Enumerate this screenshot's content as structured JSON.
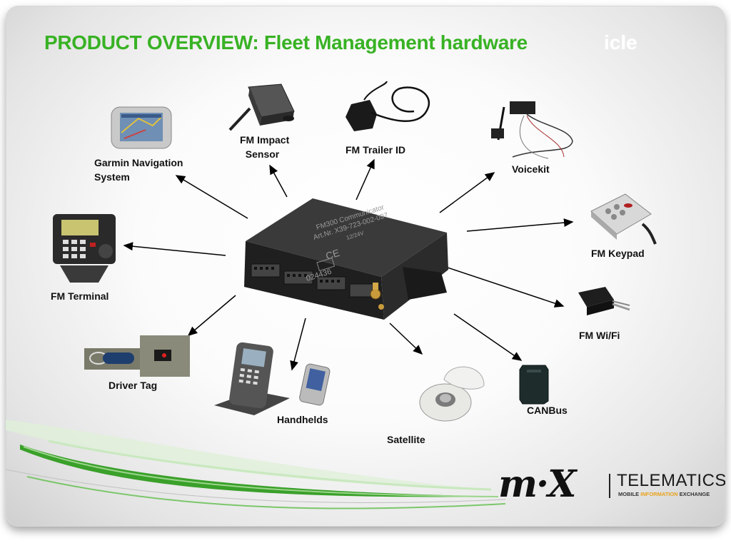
{
  "slide": {
    "title": "PRODUCT OVERVIEW: Fleet Management hardware",
    "title_ghost": "icle",
    "colors": {
      "title": "#38b224",
      "label": "#111111",
      "swoosh": "#3aa02a"
    }
  },
  "center_device": {
    "line1": "FM300 Communicator",
    "line2": "Art.Nr. X39-723-002-097",
    "line3": "12/24V",
    "ce": "CE",
    "serial": "024436"
  },
  "devices": [
    {
      "id": "garmin",
      "label": "Garmin Navigation\nSystem",
      "icon": "gps-navigator-icon"
    },
    {
      "id": "impact",
      "label": "FM Impact\n  Sensor",
      "icon": "impact-sensor-icon"
    },
    {
      "id": "trailer",
      "label": "FM Trailer ID",
      "icon": "trailer-id-icon"
    },
    {
      "id": "voicekit",
      "label": "Voicekit",
      "icon": "voicekit-icon"
    },
    {
      "id": "keypad",
      "label": "FM Keypad",
      "icon": "keypad-icon"
    },
    {
      "id": "terminal",
      "label": "FM Terminal",
      "icon": "terminal-icon"
    },
    {
      "id": "wifi",
      "label": "FM Wi/Fi",
      "icon": "wifi-module-icon"
    },
    {
      "id": "drivertag",
      "label": "Driver Tag",
      "icon": "driver-tag-icon"
    },
    {
      "id": "handhelds",
      "label": "Handhelds",
      "icon": "handheld-icon"
    },
    {
      "id": "satellite",
      "label": "Satellite",
      "icon": "satellite-antenna-icon"
    },
    {
      "id": "canbus",
      "label": "CANBus",
      "icon": "canbus-module-icon"
    }
  ],
  "logo": {
    "brand": "m·X",
    "name": "TELEMATICS",
    "sub_pre": "MOBILE ",
    "sub_hl": "INFORMATION",
    "sub_post": " EXCHANGE"
  }
}
